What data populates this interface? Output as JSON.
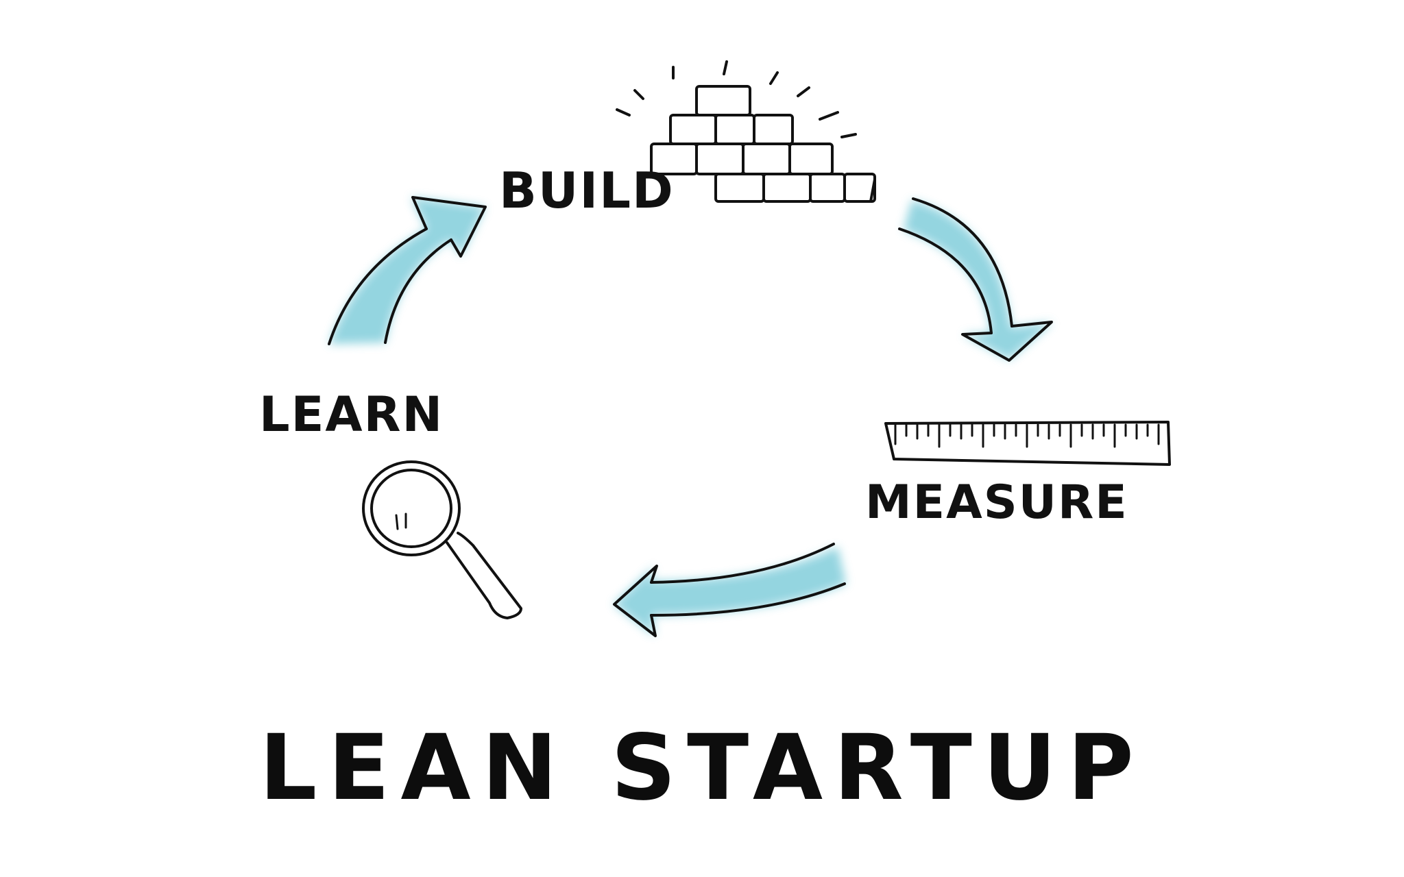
{
  "diagram": {
    "title": "LEAN STARTUP",
    "stages": {
      "build": "BUILD",
      "measure": "MEASURE",
      "learn": "LEARN"
    },
    "icons": {
      "build": "brick-wall-icon",
      "measure": "ruler-icon",
      "learn": "magnifying-glass-icon"
    },
    "colors": {
      "arrow_fill": "#8fd3df",
      "ink": "#111111",
      "background": "#ffffff"
    }
  }
}
